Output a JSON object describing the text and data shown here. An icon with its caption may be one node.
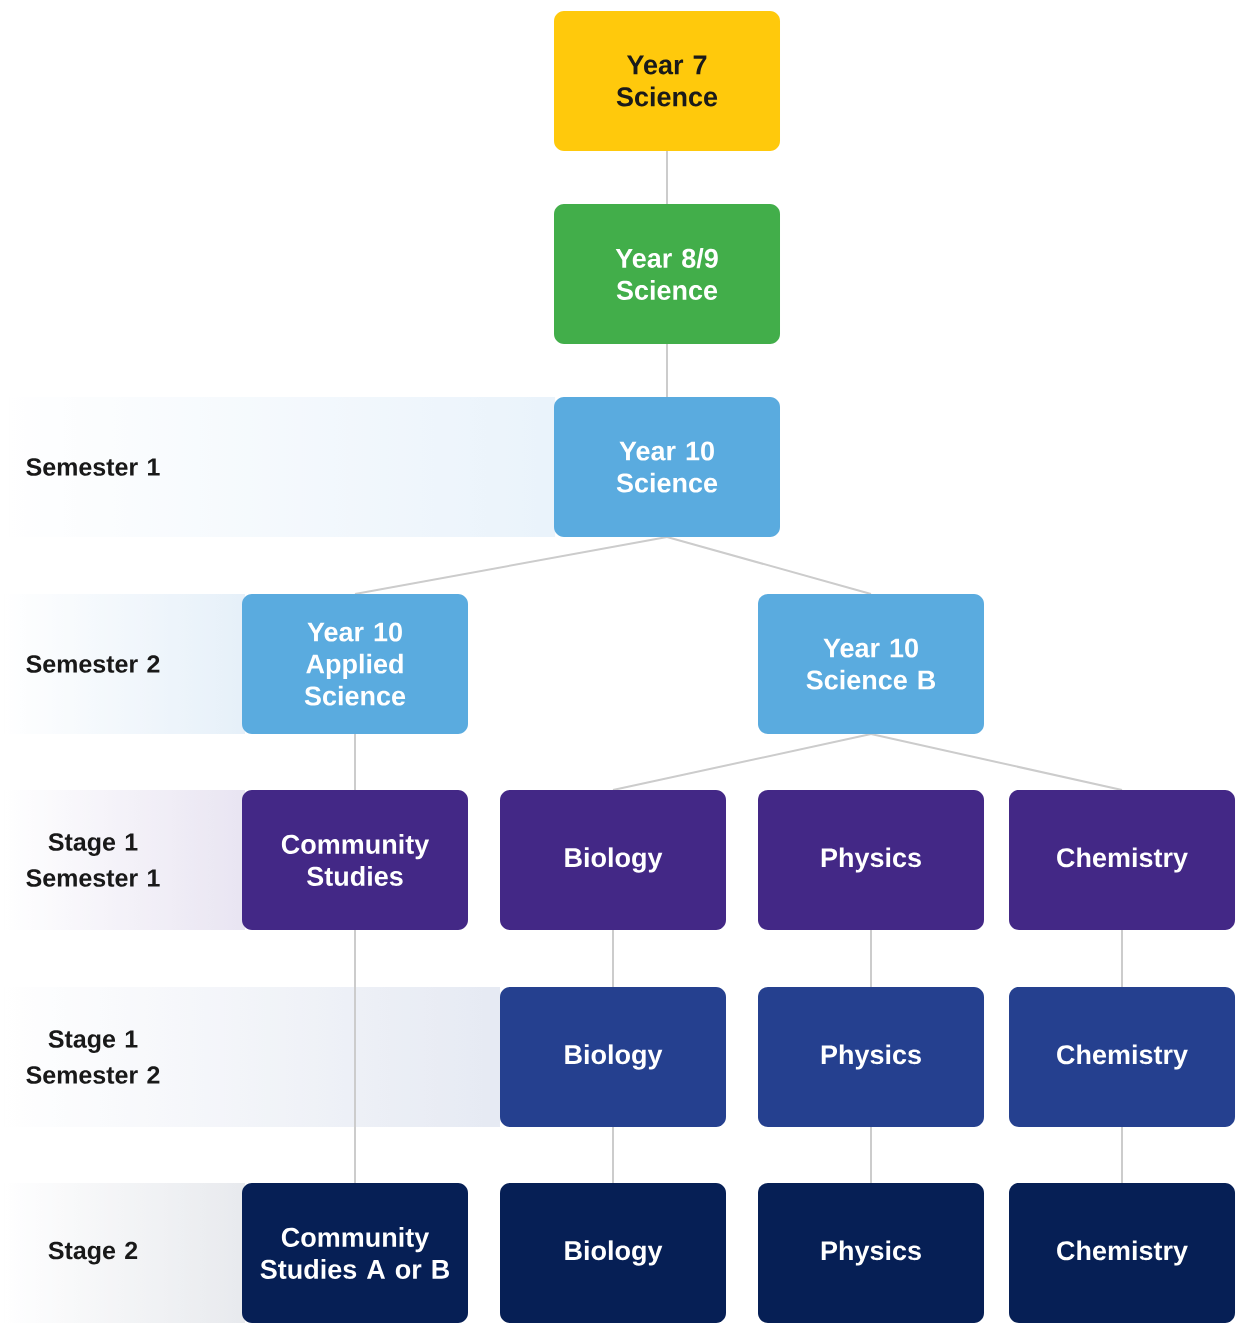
{
  "diagram": {
    "nodes": [
      {
        "text": [
          "Year 7 Science"
        ]
      },
      {
        "text": [
          "Year 8/9 Science"
        ]
      },
      {
        "text": [
          "Year 10 Science"
        ]
      },
      {
        "text": [
          "Year 10 Applied Science"
        ]
      },
      {
        "text": [
          "Year 10 Science B"
        ]
      },
      {
        "text": [
          "Community Studies"
        ]
      },
      {
        "text": [
          "Biology"
        ]
      },
      {
        "text": [
          "Physics"
        ]
      },
      {
        "text": [
          "Chemistry"
        ]
      },
      {
        "text": [
          "Biology"
        ]
      },
      {
        "text": [
          "Physics"
        ]
      },
      {
        "text": [
          "Chemistry"
        ]
      },
      {
        "text": [
          "Community Studies A or B"
        ]
      },
      {
        "text": [
          "Biology"
        ]
      },
      {
        "text": [
          "Physics"
        ]
      },
      {
        "text": [
          "Chemistry"
        ]
      }
    ],
    "edges": [
      {
        "from": 0,
        "to": 1,
        "arrow": "none"
      },
      {
        "from": 1,
        "to": 2,
        "arrow": "none"
      },
      {
        "from": 2,
        "to": 3,
        "arrow": "none"
      },
      {
        "from": 2,
        "to": 4,
        "arrow": "none"
      },
      {
        "from": 3,
        "to": 5,
        "arrow": "none"
      },
      {
        "from": 4,
        "to": 6,
        "arrow": "none"
      },
      {
        "from": 4,
        "to": 8,
        "arrow": "none"
      },
      {
        "from": 5,
        "to": 12,
        "arrow": "none"
      },
      {
        "from": 6,
        "to": 9,
        "arrow": "none"
      },
      {
        "from": 7,
        "to": 10,
        "arrow": "none"
      },
      {
        "from": 8,
        "to": 11,
        "arrow": "none"
      },
      {
        "from": 9,
        "to": 13,
        "arrow": "none"
      },
      {
        "from": 10,
        "to": 14,
        "arrow": "none"
      },
      {
        "from": 11,
        "to": 15,
        "arrow": "none"
      }
    ],
    "labels": [
      "Semester 1",
      "Semester 2",
      "Stage 1 Semester 1",
      "Stage 1 Semester 2",
      "Stage 2"
    ]
  }
}
